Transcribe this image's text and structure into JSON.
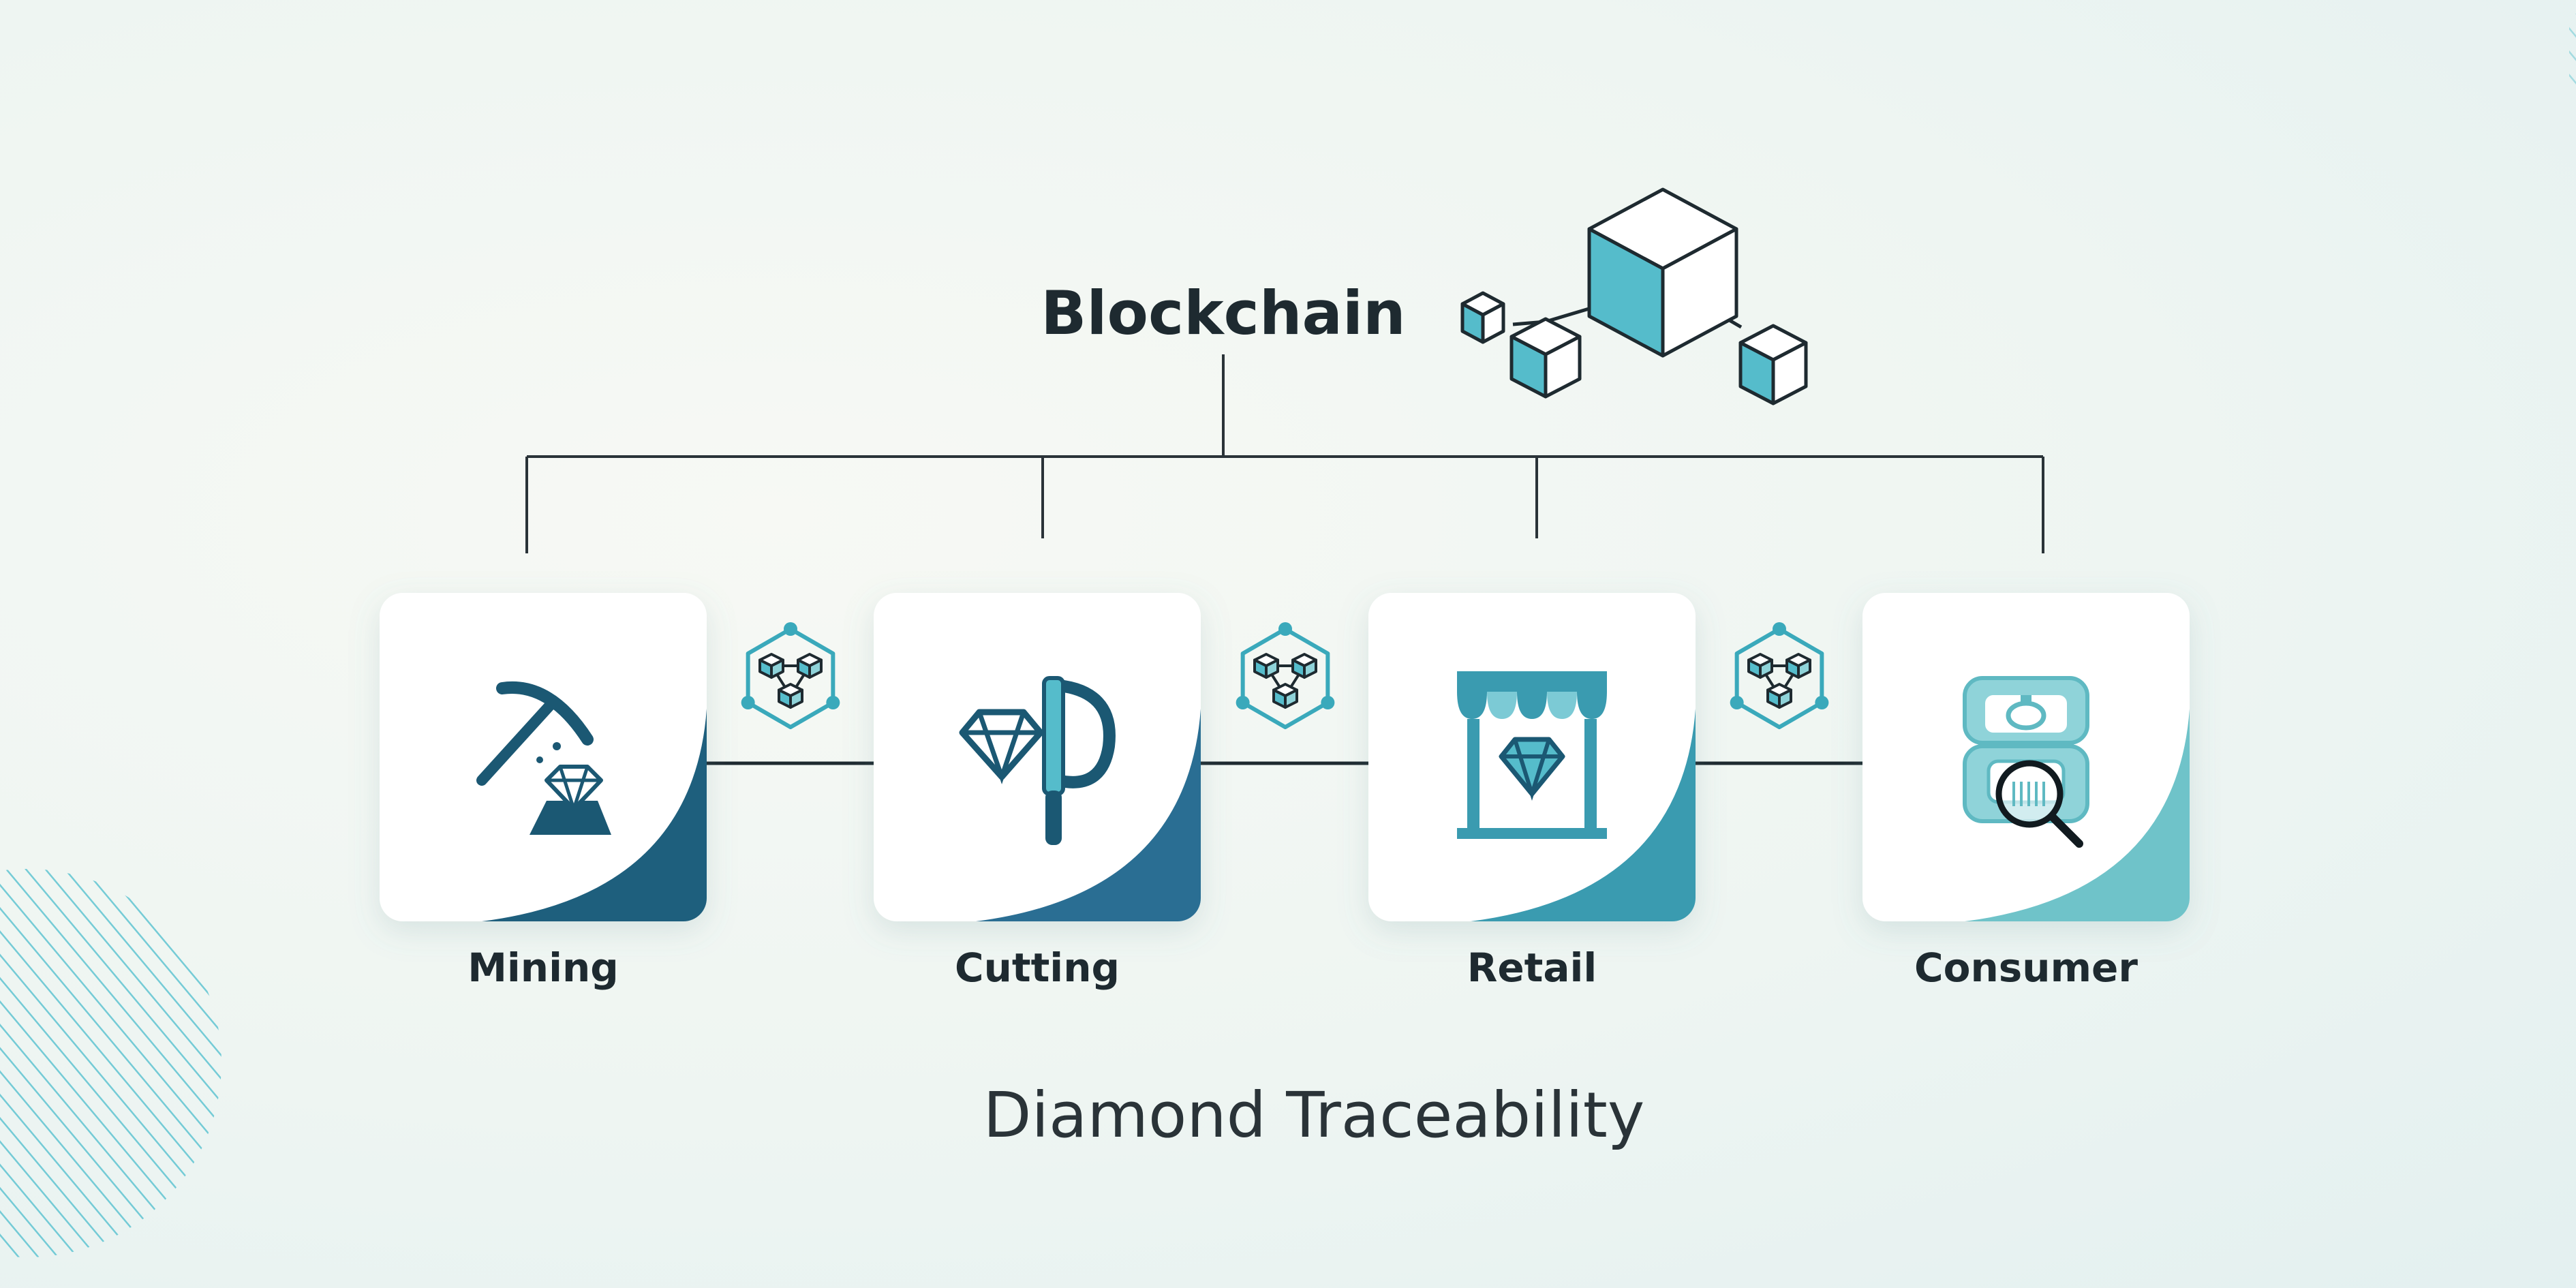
{
  "header": {
    "title": "Blockchain"
  },
  "stages": [
    {
      "label": "Mining",
      "icon": "pickaxe-diamond-icon",
      "accent": "#1e5f7d"
    },
    {
      "label": "Cutting",
      "icon": "diamond-cutting-tool-icon",
      "accent": "#2a6e93"
    },
    {
      "label": "Retail",
      "icon": "storefront-diamond-icon",
      "accent": "#3a9bb0"
    },
    {
      "label": "Consumer",
      "icon": "ring-box-magnifier-icon",
      "accent": "#6fc3c9"
    }
  ],
  "links": [
    {
      "icon": "blockchain-network-icon"
    },
    {
      "icon": "blockchain-network-icon"
    },
    {
      "icon": "blockchain-network-icon"
    }
  ],
  "footer": {
    "caption": "Diamond Traceability"
  },
  "colors": {
    "teal": "#55bccb",
    "dark_navy": "#1b4f6a",
    "line": "#2a3338",
    "text": "#1e2a30"
  }
}
